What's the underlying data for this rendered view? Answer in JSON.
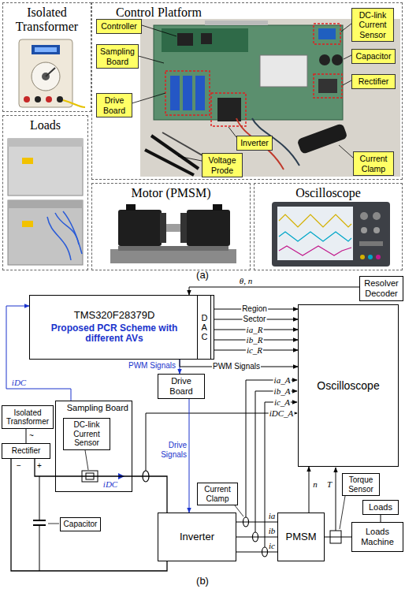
{
  "diagram": {
    "nodes": [
      {
        "text": [
          "Isolated Transformer"
        ]
      },
      {
        "text": [
          "Control Platform"
        ]
      },
      {
        "text": [
          "Controller"
        ],
        "in": 1
      },
      {
        "text": [
          "Sampling Board"
        ],
        "in": 1
      },
      {
        "text": [
          "DC-link Current Sensor"
        ],
        "in": 1
      },
      {
        "text": [
          "Capacitor"
        ],
        "in": 1
      },
      {
        "text": [
          "Rectifier"
        ],
        "in": 1
      },
      {
        "text": [
          "Drive Board"
        ],
        "in": 1
      },
      {
        "text": [
          "Inverter"
        ],
        "in": 1
      },
      {
        "text": [
          "Voltage Prode"
        ],
        "in": 1
      },
      {
        "text": [
          "Current Clamp"
        ],
        "in": 1
      },
      {
        "text": [
          "Loads"
        ]
      },
      {
        "text": [
          "Motor (PMSM)"
        ]
      },
      {
        "text": [
          "Oscilloscope"
        ]
      },
      {
        "text": [
          "TMS320F28379D",
          "Proposed PCR Scheme with different AVs"
        ]
      },
      {
        "text": [
          "DAC"
        ],
        "in": 14
      },
      {
        "text": [
          "Resolver Decoder"
        ]
      },
      {
        "text": [
          "Oscilloscope"
        ]
      },
      {
        "text": [
          "Isolated Transformer"
        ]
      },
      {
        "text": [
          "Rectifier"
        ]
      },
      {
        "text": [
          "Sampling Board"
        ]
      },
      {
        "text": [
          "DC-link Current Sensor"
        ],
        "in": 20
      },
      {
        "text": [
          "Drive Board"
        ]
      },
      {
        "text": [
          "Current Clamp"
        ]
      },
      {
        "text": [
          "Torque Sensor"
        ]
      },
      {
        "text": [
          "Loads"
        ]
      },
      {
        "text": [
          "Loads Machine"
        ]
      },
      {
        "text": [
          "Capacitor"
        ]
      },
      {
        "text": [
          "Inverter"
        ]
      },
      {
        "text": [
          "PMSM"
        ]
      }
    ],
    "edges": [
      {
        "from": 16,
        "to": 14,
        "arrow": "to",
        "label": "θ, n"
      },
      {
        "from": 15,
        "to": 17,
        "arrow": "to",
        "label": "Region"
      },
      {
        "from": 15,
        "to": 17,
        "arrow": "to",
        "label": "Sector"
      },
      {
        "from": 15,
        "to": 17,
        "arrow": "to",
        "label": "ia_R"
      },
      {
        "from": 15,
        "to": 17,
        "arrow": "to",
        "label": "ib_R"
      },
      {
        "from": 15,
        "to": 17,
        "arrow": "to",
        "label": "ic_R"
      },
      {
        "from": 14,
        "to": 22,
        "arrow": "to",
        "label": "PWM Signals"
      },
      {
        "from": 14,
        "to": 17,
        "arrow": "to",
        "label": "PWM Signals"
      },
      {
        "from": 20,
        "to": 14,
        "arrow": "to",
        "label": "iDC"
      },
      {
        "from": 22,
        "to": 28,
        "arrow": "to",
        "label": "Drive Signals"
      },
      {
        "from": 18,
        "to": 19,
        "arrow": "none",
        "label": "~"
      },
      {
        "from": 19,
        "to": 28,
        "arrow": "none"
      },
      {
        "from": 19,
        "to": 28,
        "arrow": "none"
      },
      {
        "from": 28,
        "to": 29,
        "arrow": "none",
        "label": "ia"
      },
      {
        "from": 28,
        "to": 29,
        "arrow": "none",
        "label": "ib"
      },
      {
        "from": 28,
        "to": 29,
        "arrow": "none",
        "label": "ic"
      },
      {
        "from": 29,
        "to": 17,
        "arrow": "to",
        "label": "n"
      },
      {
        "from": 25,
        "to": 26,
        "arrow": "none"
      },
      {
        "from": 29,
        "to": 26,
        "arrow": "none"
      }
    ],
    "labels": [
      "(a)",
      "+",
      "−",
      "iDC",
      "ia_A",
      "ib_A",
      "ic_A",
      "iDC_A",
      "T",
      "(b)"
    ]
  }
}
